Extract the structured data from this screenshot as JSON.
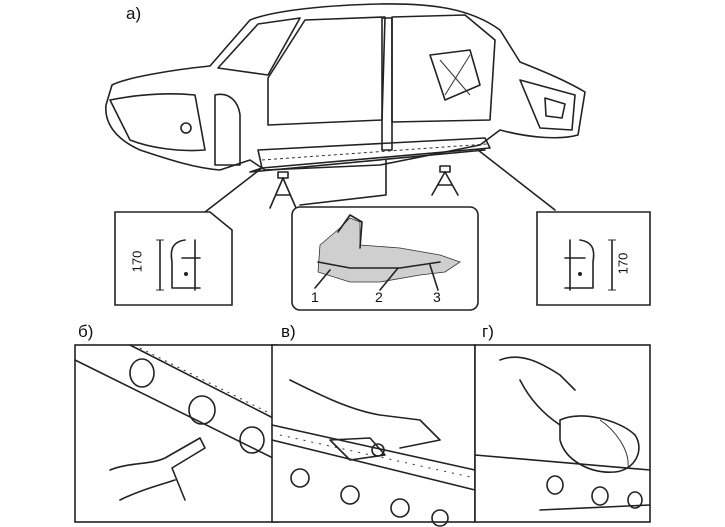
{
  "labels": {
    "view_a": "а)",
    "view_b": "б)",
    "view_v": "в)",
    "view_g": "г)"
  },
  "callouts": {
    "part_1": "1",
    "part_2": "2",
    "part_3": "3"
  },
  "dimensions": {
    "left_height": "170",
    "right_height": "170"
  }
}
